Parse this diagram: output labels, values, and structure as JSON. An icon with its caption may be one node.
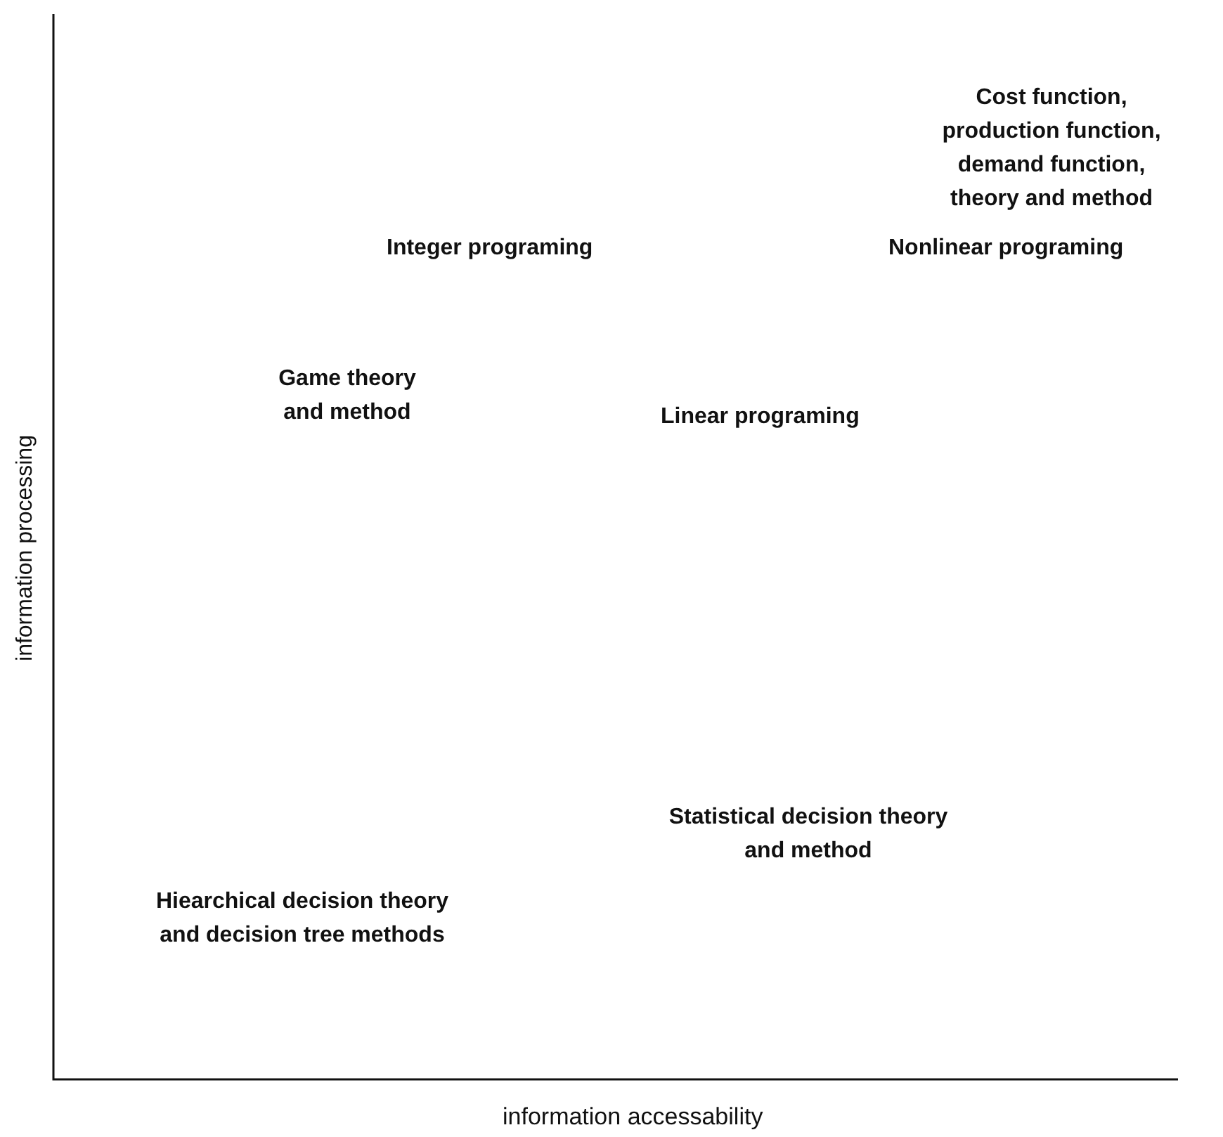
{
  "diagram": {
    "labels": [
      "Cost function, production function, demand function, theory and method",
      "Integer programing",
      "Nonlinear programing",
      "Linear programing",
      "Game theory and method",
      "Statistical decision theory and method",
      "Hiearchical decision theory and decision tree methods",
      "information processing",
      "information accessability"
    ]
  }
}
